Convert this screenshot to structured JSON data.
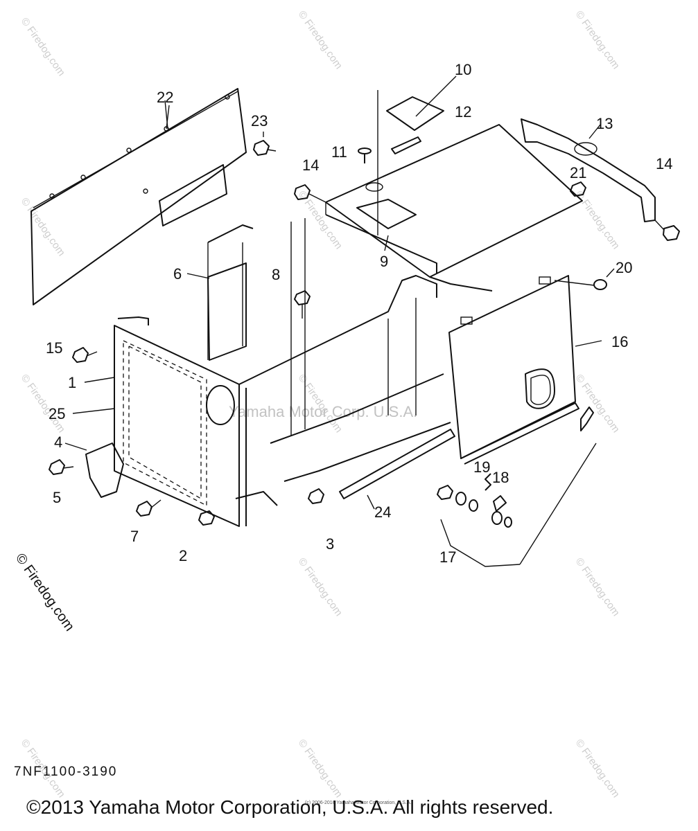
{
  "watermark": {
    "text": "© Firedog.com",
    "center_text": "Yamaha Motor Corp. U.S.A."
  },
  "part_labels": [
    "1",
    "2",
    "3",
    "4",
    "5",
    "6",
    "7",
    "8",
    "9",
    "10",
    "11",
    "12",
    "13",
    "14",
    "14",
    "15",
    "16",
    "17",
    "18",
    "19",
    "20",
    "21",
    "22",
    "23",
    "24",
    "25"
  ],
  "part_code": "7NF1100-3190",
  "small_credit": "(c) 2006-2016 Yamaha Motor Corporation, U.S.A.",
  "copyright": "©2013 Yamaha Motor Corporation, U.S.A. All rights reserved."
}
